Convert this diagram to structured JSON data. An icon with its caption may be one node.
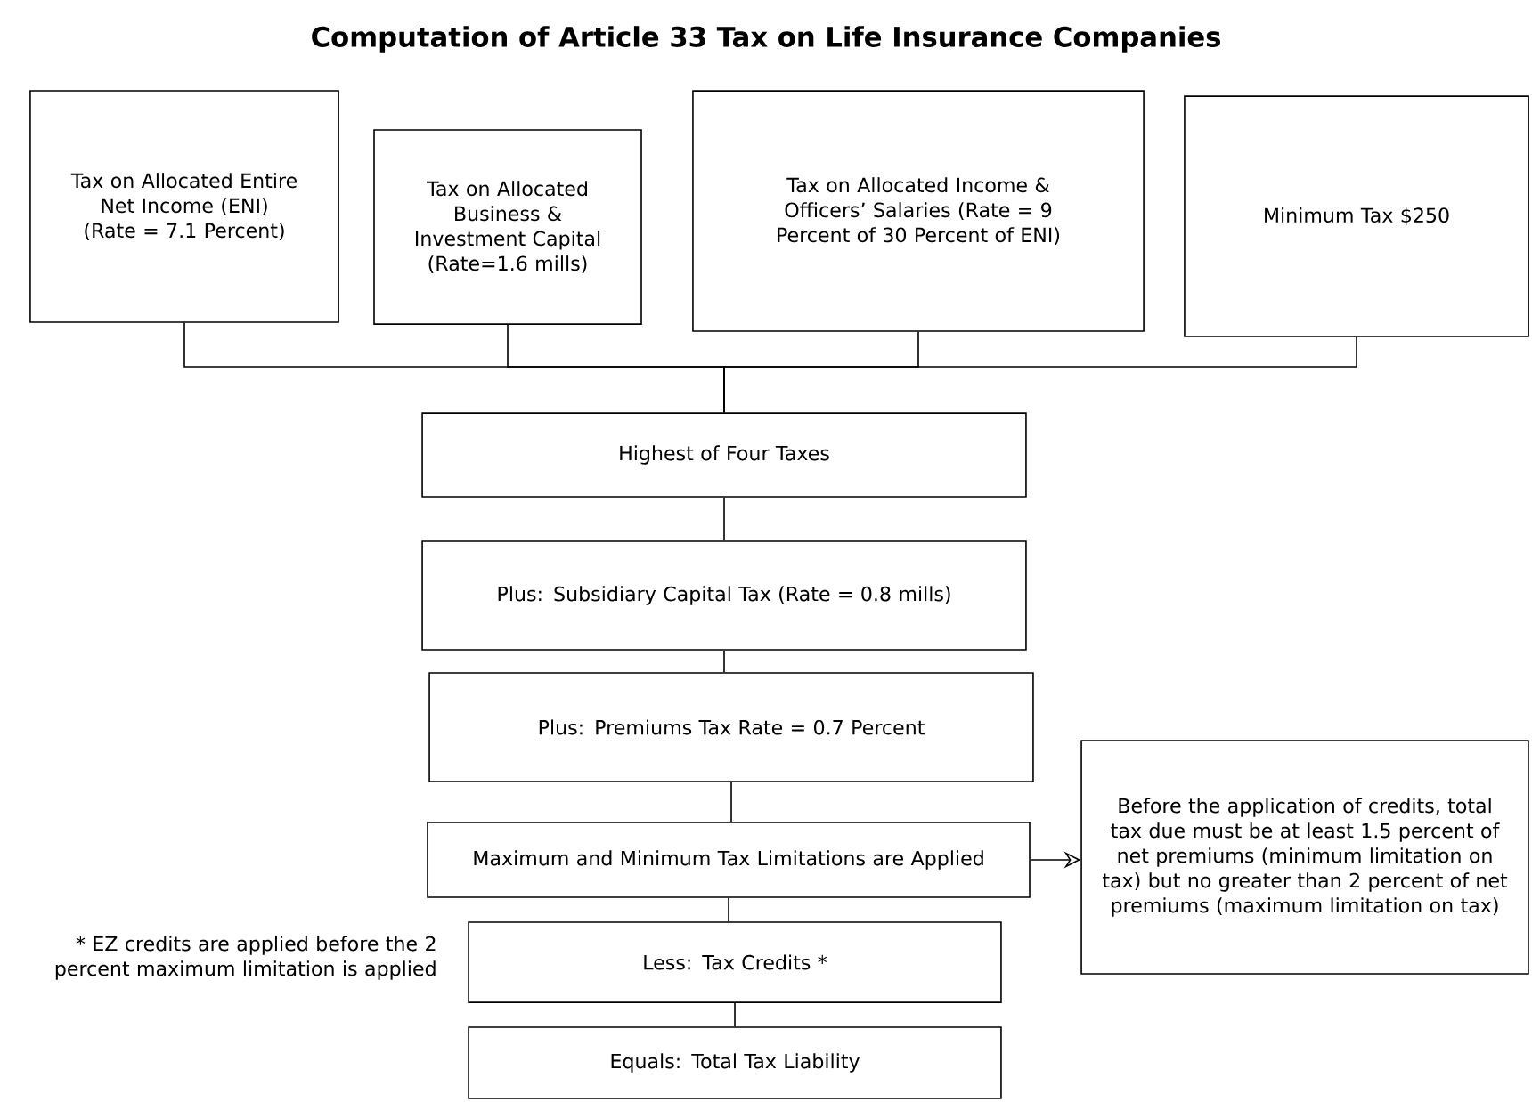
{
  "diagram": {
    "title": "Computation of Article 33 Tax on Life Insurance Companies",
    "nodes": [
      {
        "text": [
          "Tax on Allocated Entire Net Income (ENI) (Rate = 7.1 Percent)"
        ]
      },
      {
        "text": [
          "Tax on Allocated Business & Investment Capital (Rate=1.6 mills)"
        ]
      },
      {
        "text": [
          "Tax on Allocated Income & Officers’ Salaries (Rate = 9 Percent of 30 Percent of ENI)"
        ]
      },
      {
        "text": [
          "Minimum Tax $250"
        ]
      },
      {
        "text": [
          "Highest of Four Taxes"
        ]
      },
      {
        "text": [
          "Plus: Subsidiary Capital Tax (Rate = 0.8 mills)"
        ]
      },
      {
        "text": [
          "Plus: Premiums Tax Rate = 0.7 Percent"
        ]
      },
      {
        "text": [
          "Maximum and Minimum Tax Limitations are Applied"
        ]
      },
      {
        "text": [
          "Less: Tax Credits *"
        ]
      },
      {
        "text": [
          "Equals: Total Tax Liability"
        ]
      },
      {
        "text": [
          "Before the application of credits, total tax due must be at least 1.5 percent of net premiums (minimum limitation on tax) but no greater than 2 percent of net premiums (maximum limitation on tax)"
        ]
      }
    ],
    "edges": [
      {
        "from": 0,
        "to": 4,
        "arrow": "none"
      },
      {
        "from": 1,
        "to": 4,
        "arrow": "none"
      },
      {
        "from": 2,
        "to": 4,
        "arrow": "none"
      },
      {
        "from": 3,
        "to": 4,
        "arrow": "none"
      },
      {
        "from": 4,
        "to": 5,
        "arrow": "none"
      },
      {
        "from": 5,
        "to": 6,
        "arrow": "none"
      },
      {
        "from": 6,
        "to": 7,
        "arrow": "none"
      },
      {
        "from": 7,
        "to": 8,
        "arrow": "none"
      },
      {
        "from": 8,
        "to": 9,
        "arrow": "none"
      },
      {
        "from": 7,
        "to": 10,
        "arrow": "to"
      }
    ],
    "labels": [
      "* EZ credits are applied before the 2 percent maximum limitation is applied"
    ]
  }
}
